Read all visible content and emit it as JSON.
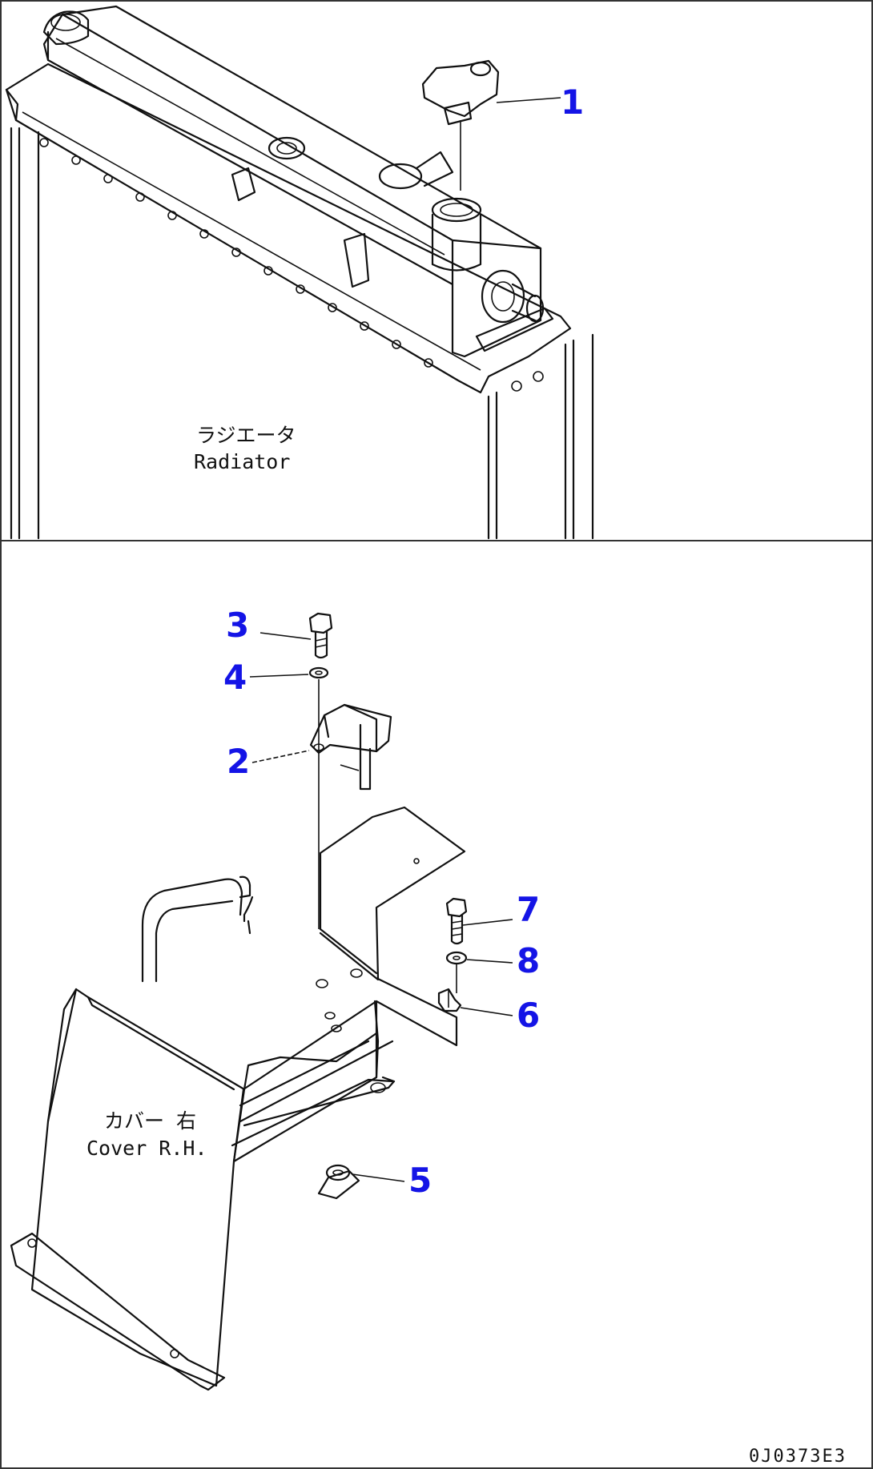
{
  "callouts": {
    "c1": "1",
    "c2": "2",
    "c3": "3",
    "c4": "4",
    "c5": "5",
    "c6": "6",
    "c7": "7",
    "c8": "8"
  },
  "labels": {
    "radiator_jp": "ラジエータ",
    "radiator_en": "Radiator",
    "cover_jp": "カバー 右",
    "cover_en": "Cover R.H."
  },
  "drawing_code": "0J0373E3",
  "colors": {
    "callout": "#1414e6",
    "line": "#111111",
    "border": "#333333"
  }
}
